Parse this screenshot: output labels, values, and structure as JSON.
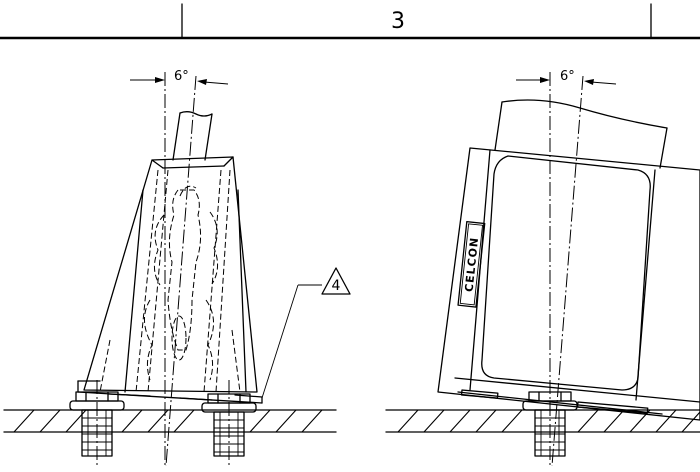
{
  "title_block": {
    "zone_number": "3"
  },
  "left_view": {
    "tilt_label": "6°",
    "callout_number": "4"
  },
  "right_view": {
    "tilt_label": "6°",
    "logo": "CELCON"
  },
  "colors": {
    "ink": "#000000",
    "paper": "#ffffff"
  }
}
